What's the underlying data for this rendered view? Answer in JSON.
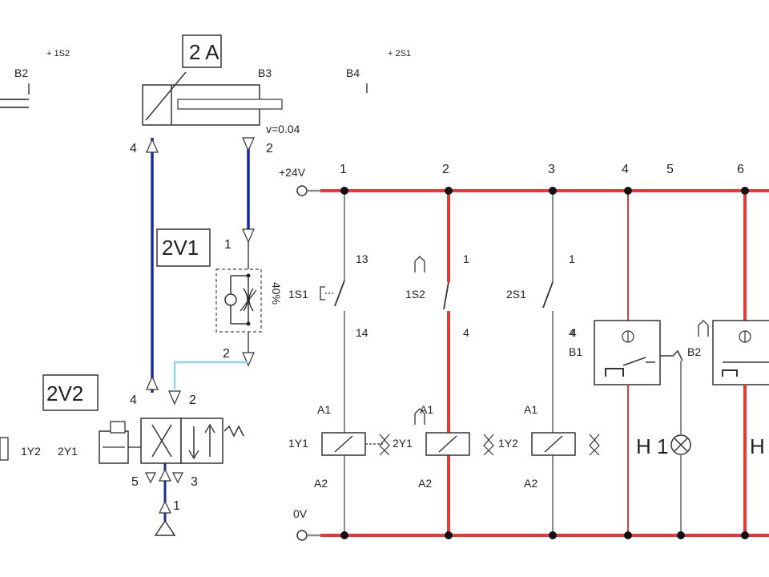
{
  "cylinder": {
    "id": "2 A",
    "velocity": "v=0.04",
    "port_a": "4",
    "port_b": "2",
    "sensor_left": "B2",
    "sensor_right": "B3",
    "sensor_b4": "B4",
    "plus_1s2": "+  1S2",
    "plus_2s1": "+  2S1"
  },
  "valves": {
    "flow_valve_label": "2V1",
    "flow_port_in": "1",
    "flow_port_out": "2",
    "flow_setting": "40%",
    "dir_valve_label": "2V2",
    "dir_port_4": "4",
    "dir_port_2": "2",
    "dir_port_5": "5",
    "dir_port_3": "3",
    "dir_port_1": "1",
    "coil_left": "1Y2",
    "coil_right": "2Y1"
  },
  "rails": {
    "plus": "+24V",
    "zero": "0V"
  },
  "columns": [
    "1",
    "2",
    "3",
    "4",
    "5",
    "6"
  ],
  "switches": {
    "s1": {
      "name": "1S1",
      "top": "13",
      "bottom": "14"
    },
    "s2": {
      "name": "1S2",
      "top": "1",
      "bottom": "4"
    },
    "s3": {
      "name": "2S1",
      "top": "1",
      "bottom": "4"
    }
  },
  "coils": {
    "c1": {
      "name": "1Y1",
      "a1": "A1",
      "a2": "A2",
      "side": "2Y1"
    },
    "c2": {
      "a1": "A1",
      "a2": "A2",
      "side": "1Y2"
    },
    "c3": {
      "a1": "A1",
      "a2": "A2"
    }
  },
  "relays": {
    "b1": {
      "name": "B1",
      "pin": "4"
    },
    "b2": {
      "name": "B2"
    }
  },
  "lamps": {
    "h1": "H 1",
    "h2": "H"
  },
  "colors": {
    "pneumatic_line": "#1a2a9c",
    "signal_line": "#8fd6ec",
    "energized": "#e03a3a",
    "wire": "#8a8a8a"
  }
}
